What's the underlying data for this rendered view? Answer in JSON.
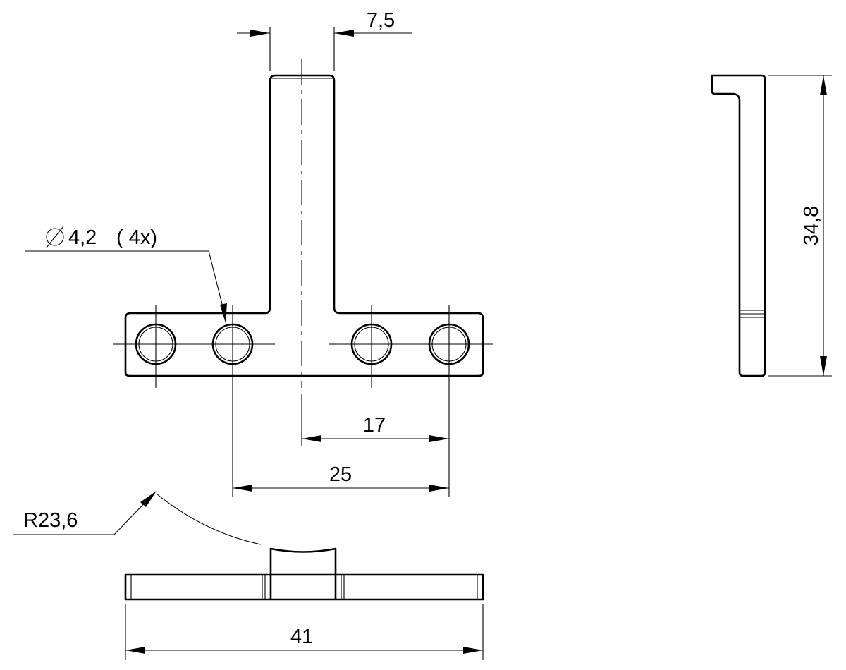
{
  "dimensions": {
    "stem_width": "7,5",
    "hole_diameter": "4,2",
    "hole_count": "( 4x)",
    "height": "34,8",
    "center_to_outer_hole": "17",
    "hole_spacing": "25",
    "radius": "R23,6",
    "overall_length": "41"
  }
}
